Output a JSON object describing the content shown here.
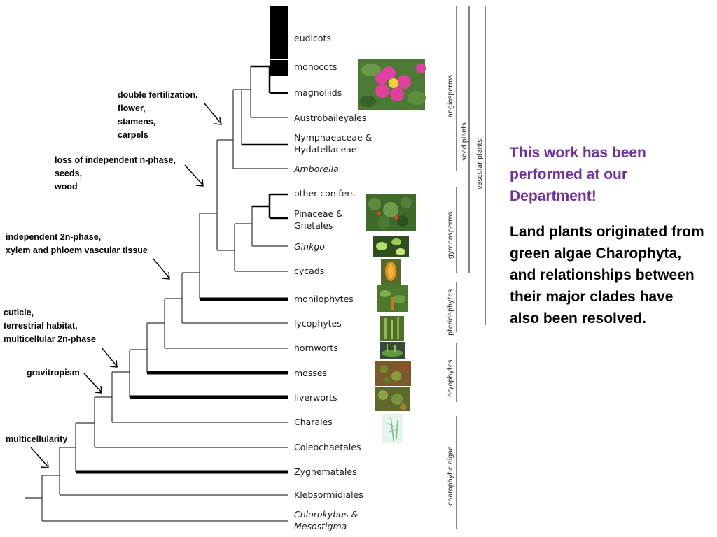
{
  "taxa": [
    {
      "label": "eudicots",
      "italic": false
    },
    {
      "label": "monocots",
      "italic": false
    },
    {
      "label": "magnoliids",
      "italic": false
    },
    {
      "label": "Austrobaileyales",
      "italic": false
    },
    {
      "label": "Nymphaeaceae &",
      "label2": "Hydatellaceae",
      "italic": false
    },
    {
      "label": "Amborella",
      "italic": true
    },
    {
      "label": "other conifers",
      "italic": false
    },
    {
      "label": "Pinaceae &",
      "label2": "Gnetales",
      "italic": false
    },
    {
      "label": "Ginkgo",
      "italic": true
    },
    {
      "label": "cycads",
      "italic": false
    },
    {
      "label": "monilophytes",
      "italic": false
    },
    {
      "label": "lycophytes",
      "italic": false
    },
    {
      "label": "hornworts",
      "italic": false
    },
    {
      "label": "mosses",
      "italic": false
    },
    {
      "label": "liverworts",
      "italic": false
    },
    {
      "label": "Charales",
      "italic": false
    },
    {
      "label": "Coleochaetales",
      "italic": false
    },
    {
      "label": "Zygnematales",
      "italic": false
    },
    {
      "label": "Klebsormidiales",
      "italic": false
    },
    {
      "label": "Chlorokybus &",
      "label2": "Mesostigma",
      "italic": true
    }
  ],
  "events": [
    {
      "lines": [
        "double fertilization,",
        "flower,",
        "stamens,",
        "carpels"
      ]
    },
    {
      "lines": [
        "loss of independent n-phase,",
        "seeds,",
        "wood"
      ]
    },
    {
      "lines": [
        "independent 2n-phase,",
        "xylem and phloem vascular tissue"
      ]
    },
    {
      "lines": [
        "cuticle,",
        "terrestrial habitat,",
        "multicellular 2n-phase"
      ]
    },
    {
      "lines": [
        "gravitropism"
      ]
    },
    {
      "lines": [
        "multicellularity"
      ]
    }
  ],
  "groups": [
    {
      "label": "angiosperms"
    },
    {
      "label": "seed plants"
    },
    {
      "label": "vascular plants"
    },
    {
      "label": "gymnosperms"
    },
    {
      "label": "pteridophytes"
    },
    {
      "label": "bryophytes"
    },
    {
      "label": "charophytic algae"
    }
  ],
  "side": {
    "highlight": "This work has been performed at our Department!",
    "body": "Land plants originated from green algae Charophyta, and relationships between their major clades have also been resolved."
  },
  "photos": [
    {
      "name": "rose-flower-photo"
    },
    {
      "name": "conifer-photo"
    },
    {
      "name": "ginkgo-photo"
    },
    {
      "name": "cycad-photo"
    },
    {
      "name": "fern-photo"
    },
    {
      "name": "lycophyte-photo"
    },
    {
      "name": "hornwort-photo"
    },
    {
      "name": "moss-photo"
    },
    {
      "name": "liverwort-photo"
    },
    {
      "name": "chara-photo"
    }
  ],
  "colors": {
    "highlight": "#7030a0",
    "text": "#000000",
    "flower": "#e040a0",
    "foliage": "#3f6b2a"
  }
}
